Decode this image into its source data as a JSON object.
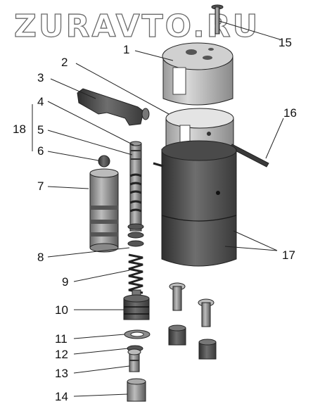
{
  "watermark": "ZURAVTO.RU",
  "callouts": [
    {
      "id": "1",
      "label": "1"
    },
    {
      "id": "2",
      "label": "2"
    },
    {
      "id": "3",
      "label": "3"
    },
    {
      "id": "4",
      "label": "4"
    },
    {
      "id": "5",
      "label": "5"
    },
    {
      "id": "6",
      "label": "6"
    },
    {
      "id": "7",
      "label": "7"
    },
    {
      "id": "8",
      "label": "8"
    },
    {
      "id": "9",
      "label": "9"
    },
    {
      "id": "10",
      "label": "10"
    },
    {
      "id": "11",
      "label": "11"
    },
    {
      "id": "12",
      "label": "12"
    },
    {
      "id": "13",
      "label": "13"
    },
    {
      "id": "14",
      "label": "14"
    },
    {
      "id": "15",
      "label": "15"
    },
    {
      "id": "16",
      "label": "16"
    },
    {
      "id": "17",
      "label": "17"
    },
    {
      "id": "18",
      "label": "18"
    }
  ],
  "colors": {
    "part_dark": "#3c3c3c",
    "part_mid": "#8c8c8c",
    "part_light": "#c8c8c8",
    "line": "#222222"
  }
}
